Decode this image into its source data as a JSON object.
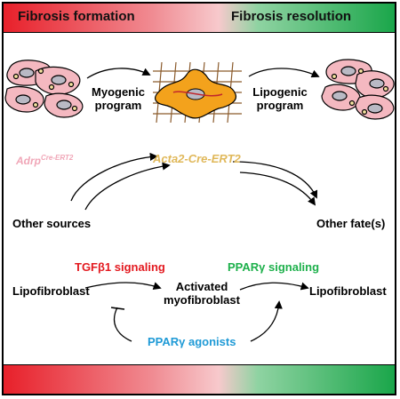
{
  "banner": {
    "left_label": "Fibrosis formation",
    "right_label": "Fibrosis resolution"
  },
  "programs": {
    "myogenic": "Myogenic\nprogram",
    "lipogenic": "Lipogenic\nprogram"
  },
  "lineage": {
    "adrp_main": "Adrp",
    "adrp_super": "Cre-ERT2",
    "acta2": "Acta2-Cre-ERT2",
    "other_sources": "Other sources",
    "other_fates": "Other fate(s)"
  },
  "signaling": {
    "tgf": "TGFβ1 signaling",
    "ppar": "PPARγ signaling",
    "lipofibroblast_left": "Lipofibroblast",
    "activated": "Activated\nmyofibroblast",
    "lipofibroblast_right": "Lipofibroblast",
    "agonists": "PPARγ agonists"
  },
  "colors": {
    "red": "#e3191f",
    "green": "#1db04b",
    "blue": "#1f9ad6",
    "pink": "#f0a6b7",
    "gold": "#e0b85a"
  }
}
